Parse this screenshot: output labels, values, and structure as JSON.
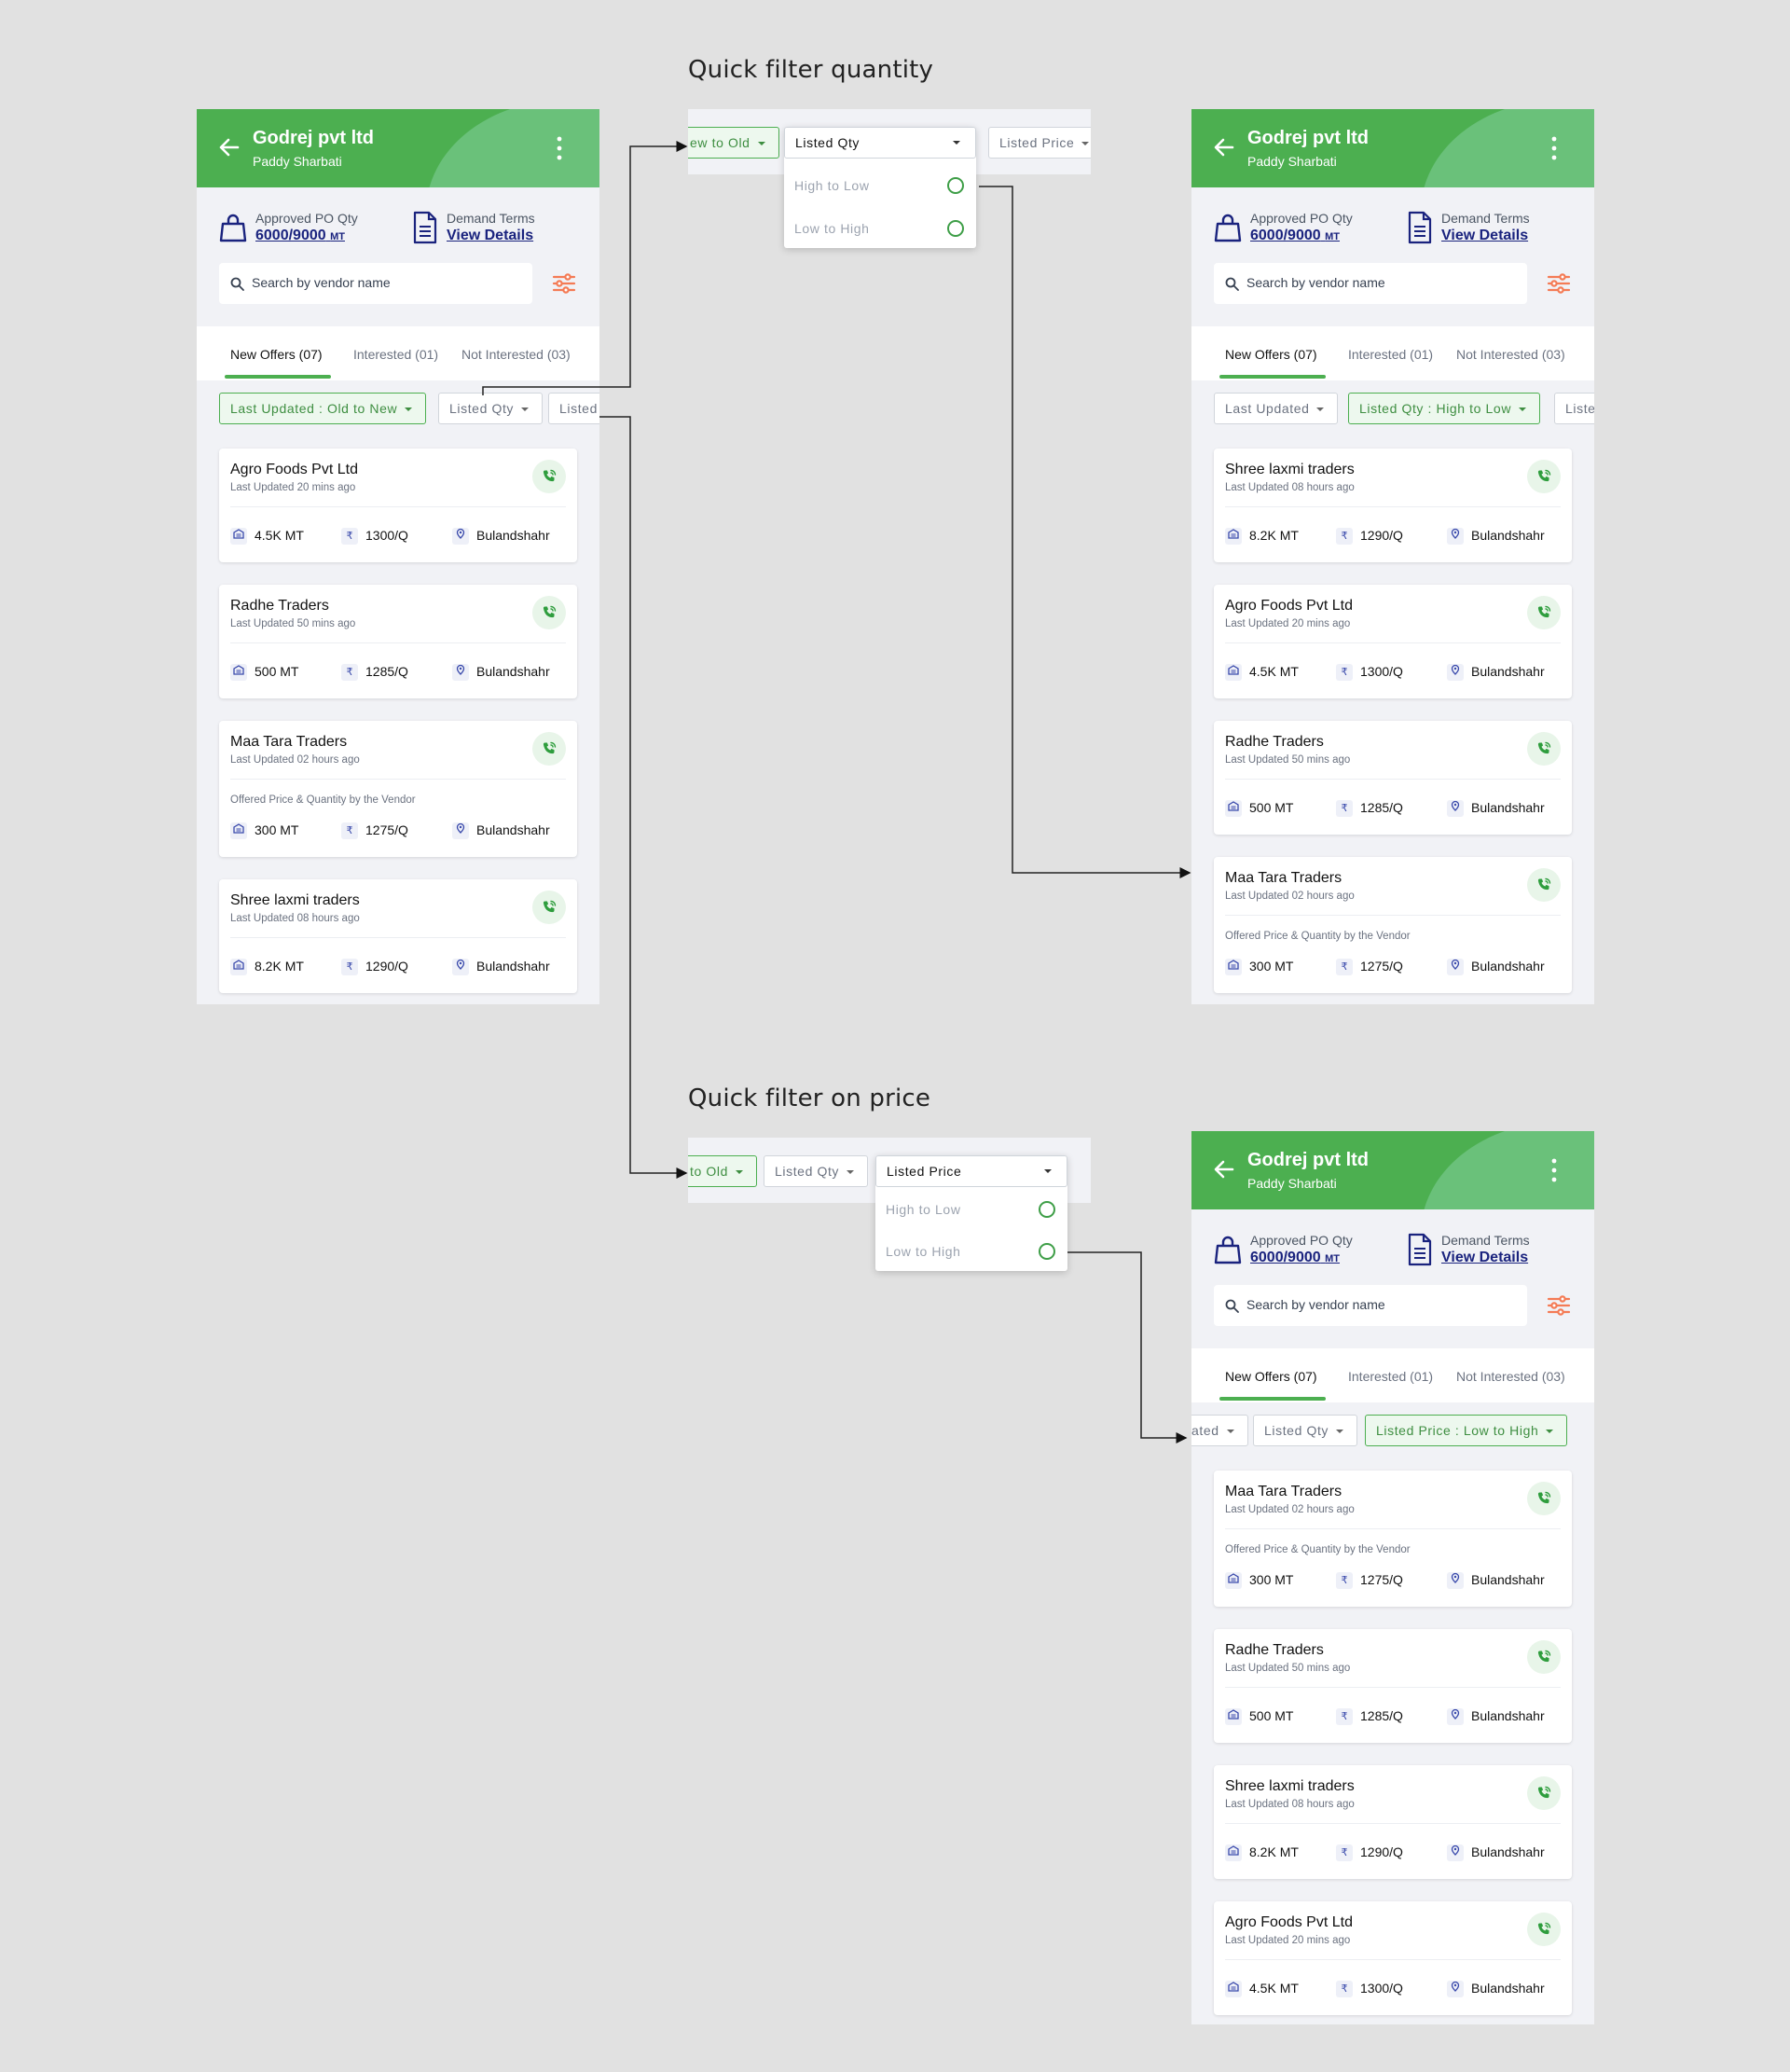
{
  "quick_filter_quantity": {
    "title": "Quick filter quantity",
    "strip_chips": {
      "left": "ew to Old",
      "right": "Listed Price"
    },
    "dropdown": {
      "label": "Listed Qty",
      "options": [
        "High to Low",
        "Low to High"
      ]
    }
  },
  "quick_filter_price": {
    "title": "Quick filter on price",
    "strip_chips": {
      "left": "to Old",
      "middle": "Listed Qty"
    },
    "dropdown": {
      "label": "Listed Price",
      "options": [
        "High to Low",
        "Low to High"
      ]
    }
  },
  "common": {
    "company": "Godrej pvt ltd",
    "product": "Paddy Sharbati",
    "po_label": "Approved PO Qty",
    "po_value": "6000/9000",
    "po_unit": "MT",
    "terms_label": "Demand Terms",
    "terms_link": "View Details",
    "search_placeholder": "Search by vendor name",
    "tabs": [
      "New Offers (07)",
      "Interested (01)",
      "Not Interested (03)"
    ],
    "offer_note": "Offered Price & Quantity by the Vendor",
    "currency_symbol": "₹"
  },
  "screens": [
    {
      "chips": [
        "Last Updated : Old to New",
        "Listed Qty",
        "Listed"
      ],
      "cards": [
        {
          "name": "Agro Foods Pvt Ltd",
          "updated": "Last Updated 20 mins ago",
          "note": "",
          "qty": "4.5K MT",
          "price": "1300/Q",
          "location": "Bulandshahr"
        },
        {
          "name": "Radhe Traders",
          "updated": "Last Updated 50 mins ago",
          "note": "",
          "qty": "500 MT",
          "price": "1285/Q",
          "location": "Bulandshahr"
        },
        {
          "name": "Maa Tara Traders",
          "updated": "Last Updated 02 hours ago",
          "note": "Offered Price & Quantity by the Vendor",
          "qty": "300 MT",
          "price": "1275/Q",
          "location": "Bulandshahr"
        },
        {
          "name": "Shree laxmi traders",
          "updated": "Last Updated 08 hours ago",
          "note": "",
          "qty": "8.2K MT",
          "price": "1290/Q",
          "location": "Bulandshahr"
        }
      ]
    },
    {
      "chips": [
        "Last Updated",
        "Listed Qty : High to Low",
        "Liste"
      ],
      "cards": [
        {
          "name": "Shree laxmi traders",
          "updated": "Last Updated 08 hours ago",
          "note": "",
          "qty": "8.2K MT",
          "price": "1290/Q",
          "location": "Bulandshahr"
        },
        {
          "name": "Agro Foods Pvt Ltd",
          "updated": "Last Updated 20 mins ago",
          "note": "",
          "qty": "4.5K MT",
          "price": "1300/Q",
          "location": "Bulandshahr"
        },
        {
          "name": "Radhe Traders",
          "updated": "Last Updated 50 mins ago",
          "note": "",
          "qty": "500 MT",
          "price": "1285/Q",
          "location": "Bulandshahr"
        },
        {
          "name": "Maa Tara Traders",
          "updated": "Last Updated 02 hours ago",
          "note": "Offered Price & Quantity by the Vendor",
          "qty": "300 MT",
          "price": "1275/Q",
          "location": "Bulandshahr"
        }
      ]
    },
    {
      "chips": [
        "ated",
        "Listed Qty",
        "Listed Price : Low to High"
      ],
      "cards": [
        {
          "name": "Maa Tara Traders",
          "updated": "Last Updated 02 hours ago",
          "note": "Offered Price & Quantity by the Vendor",
          "qty": "300 MT",
          "price": "1275/Q",
          "location": "Bulandshahr"
        },
        {
          "name": "Radhe Traders",
          "updated": "Last Updated 50 mins ago",
          "note": "",
          "qty": "500 MT",
          "price": "1285/Q",
          "location": "Bulandshahr"
        },
        {
          "name": "Shree laxmi traders",
          "updated": "Last Updated 08 hours ago",
          "note": "",
          "qty": "8.2K MT",
          "price": "1290/Q",
          "location": "Bulandshahr"
        },
        {
          "name": "Agro Foods Pvt Ltd",
          "updated": "Last Updated 20 mins ago",
          "note": "",
          "qty": "4.5K MT",
          "price": "1300/Q",
          "location": "Bulandshahr"
        }
      ]
    }
  ],
  "colors": {
    "primary_green": "#4caf50",
    "header_blob": "#6ac17a",
    "link_navy": "#1a237e",
    "filter_orange": "#f47b55",
    "background": "#e1e1e1"
  }
}
